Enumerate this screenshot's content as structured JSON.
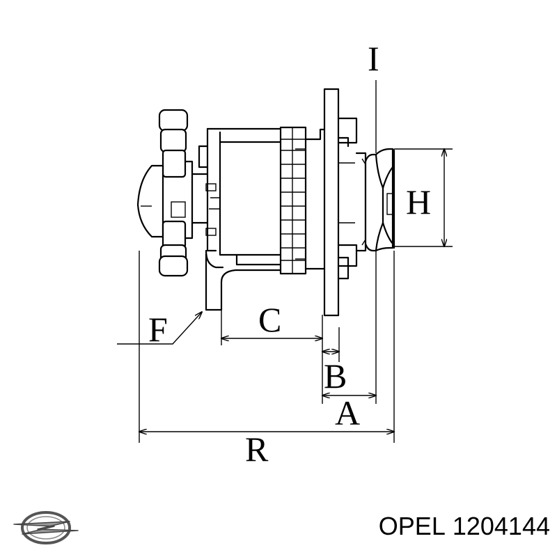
{
  "diagram": {
    "labels": {
      "I": "I",
      "H": "H",
      "F": "F",
      "C": "C",
      "B": "B",
      "A": "A",
      "R": "R"
    }
  },
  "caption": {
    "brand": "OPEL",
    "part_number": "1204144"
  },
  "logo": {
    "icon": "opel-blitz-logo-icon"
  }
}
